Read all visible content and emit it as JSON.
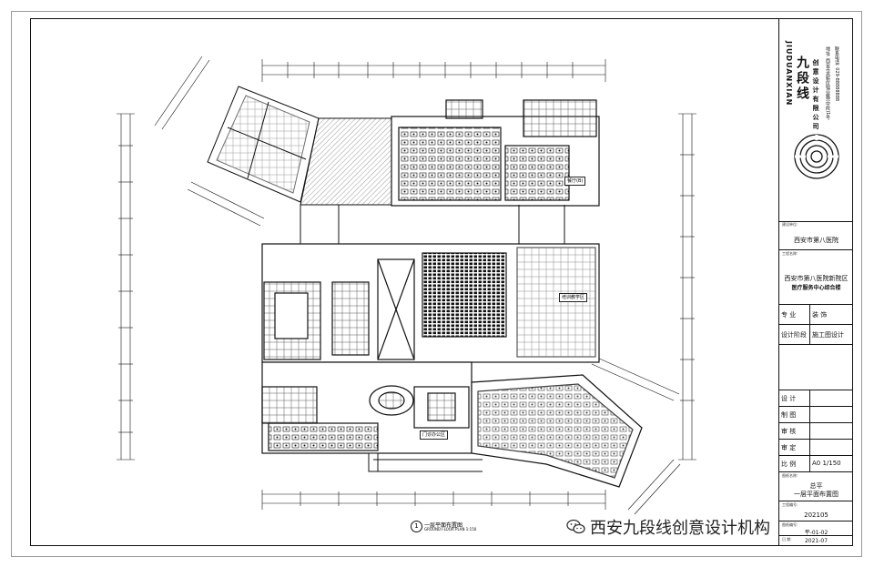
{
  "title_block": {
    "brand_en": "JIUDUANXIAN",
    "brand_cn": "九段线",
    "brand_company": "创意设计有限公司",
    "address": "地址: 西安市高新区锦业路(中段)1号",
    "tel": "联系电话: 029-88888888",
    "client_label": "建设单位:",
    "client": "西安市第八医院",
    "project_label": "工程名称:",
    "project_line1": "西安市第八医院新院区",
    "project_line2": "医疗服务中心综合楼",
    "specialty_label": "专 业",
    "specialty": "装 饰",
    "stage_label": "设计阶段",
    "stage": "施工图设计",
    "roles": [
      "设 计",
      "制 图",
      "审 核",
      "审 定"
    ],
    "scale_label": "比 例",
    "scale": "A0 1/150",
    "drawing_name_label": "图纸名称:",
    "drawing_name_line1": "总平",
    "drawing_name_line2": "一层平面布置图",
    "project_no_label": "工程编号:",
    "project_no": "202105",
    "drawing_no_label": "图纸编号:",
    "drawing_no": "平-01-02",
    "date_label": "日 期:",
    "date": "2021-07"
  },
  "plan": {
    "number": "1",
    "title_cn": "一层平面布置图",
    "title_en": "GROUND FLOOR PLAN 1:150",
    "room_labels": [
      "餐厅(B)",
      "培训教学区",
      "门诊办公区"
    ]
  },
  "watermark": {
    "text": "西安九段线创意设计机构"
  }
}
